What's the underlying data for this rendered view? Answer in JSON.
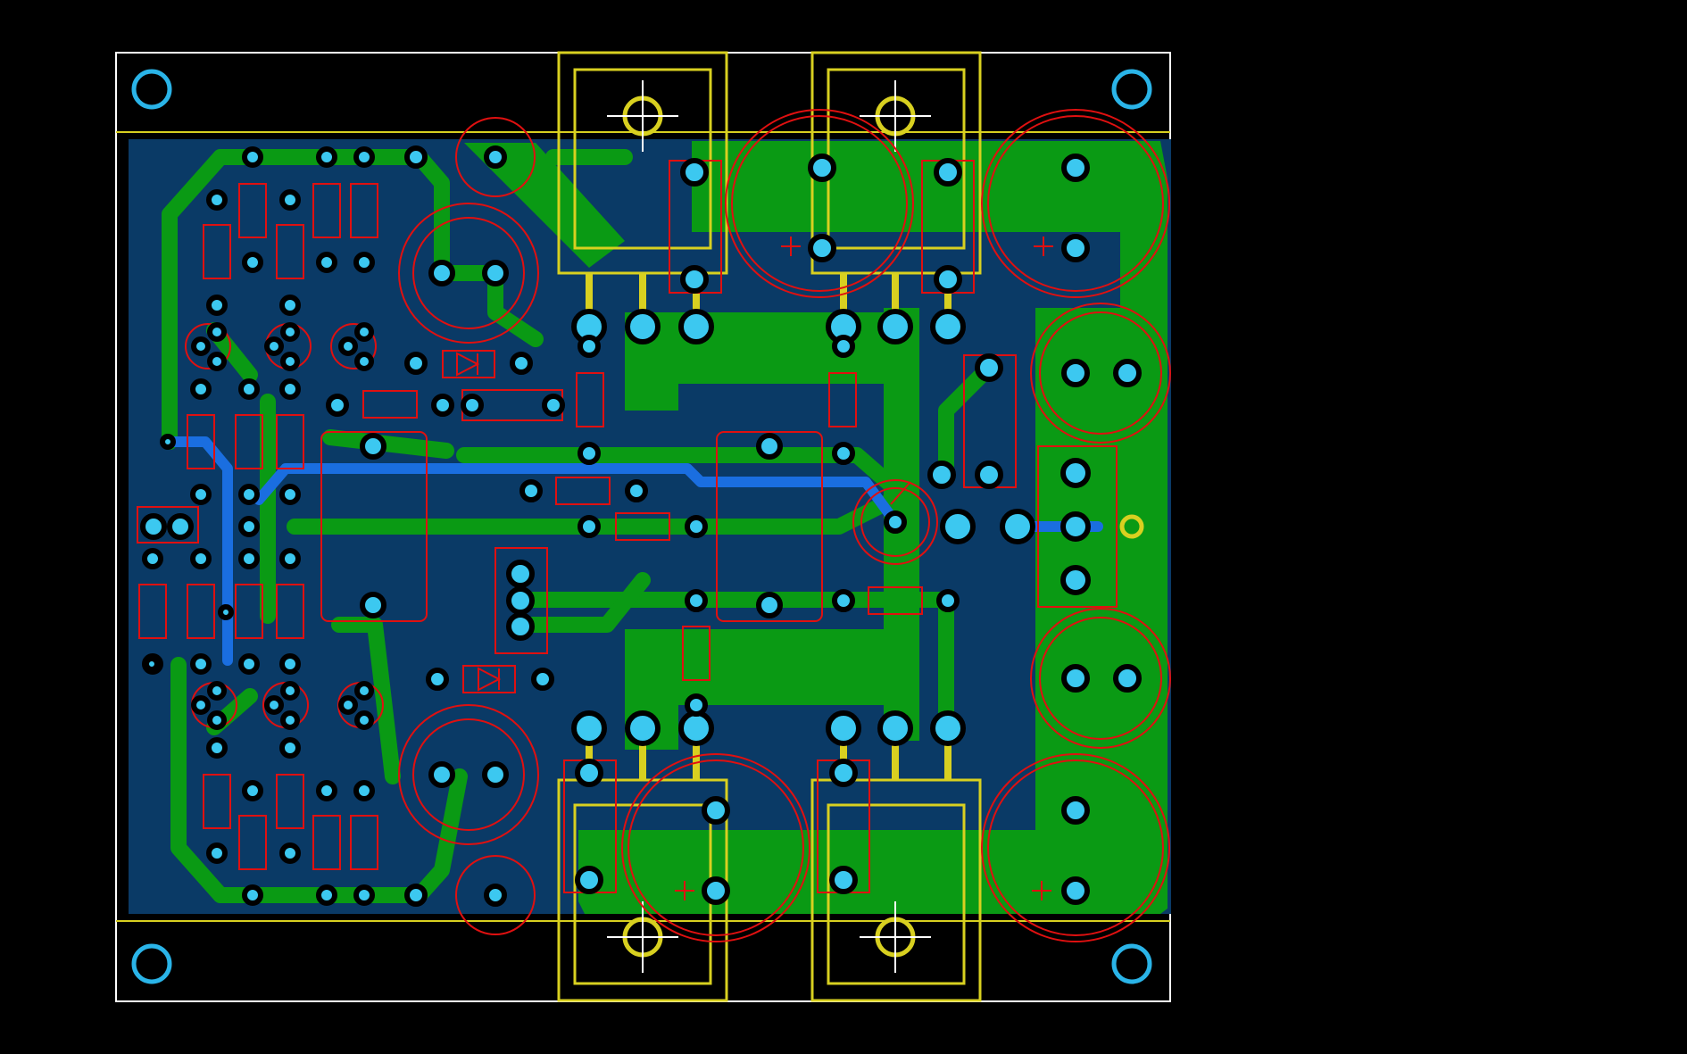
{
  "app": {
    "title": ""
  },
  "colors": {
    "background": "#000000",
    "board_outline": "#ffffff",
    "board_fill": "#0a3a66",
    "top_copper": "#0a9a14",
    "bottom_copper": "#1a6ee0",
    "pad": "#3cc8f0",
    "silkscreen": "#e01010",
    "component_body": "#d8d020",
    "mounting_hole": "#2ab4e8"
  },
  "icons": {
    "mounting_hole": "circle-ring-icon",
    "crosshair": "crosshair-icon",
    "polarity_plus": "plus-icon"
  },
  "layers": [
    "board-outline",
    "top-copper",
    "bottom-copper",
    "pads",
    "silkscreen",
    "component-bodies"
  ]
}
